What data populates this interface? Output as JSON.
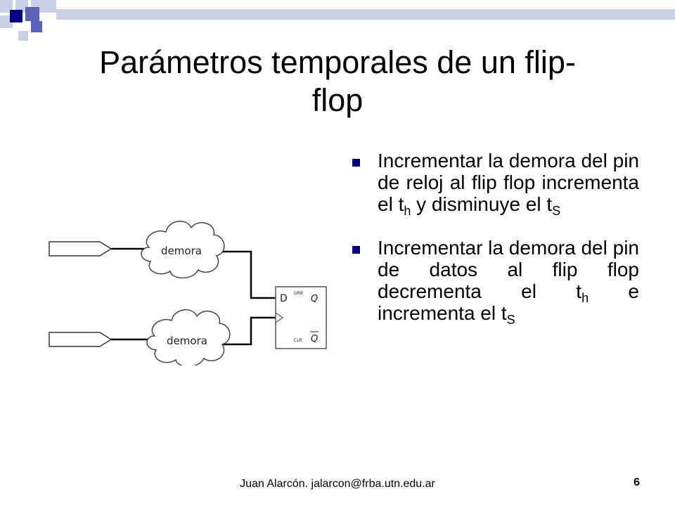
{
  "slide": {
    "title_line1": "Parámetros temporales de un flip-",
    "title_line2": "flop",
    "bullets": [
      {
        "text_a": "Incrementar la demora del pin de reloj al flip flop incrementa el t",
        "sub_a": "h",
        "text_b": " y disminuye el t",
        "sub_b": "S"
      },
      {
        "text_a": "Incrementar la demora del pin de datos al flip flop decrementa el t",
        "sub_a": "h",
        "text_b": " e incrementa el t",
        "sub_b": "S"
      }
    ],
    "diagram": {
      "cloud_top_label": "demora",
      "cloud_bottom_label": "demora",
      "ff_d_label": "D",
      "ff_q_label": "Q",
      "ff_qbar_label": "Q",
      "ff_set_label": "GRB",
      "ff_clr_label": "CLR"
    },
    "footer": "Juan Alarcón. jalarcon@frba.utn.edu.ar",
    "page_number": "6"
  },
  "colors": {
    "accent_navy": "#000080",
    "accent_blue": "#5a63b7",
    "accent_light": "#c9cfe6",
    "bullet": "#000080"
  }
}
